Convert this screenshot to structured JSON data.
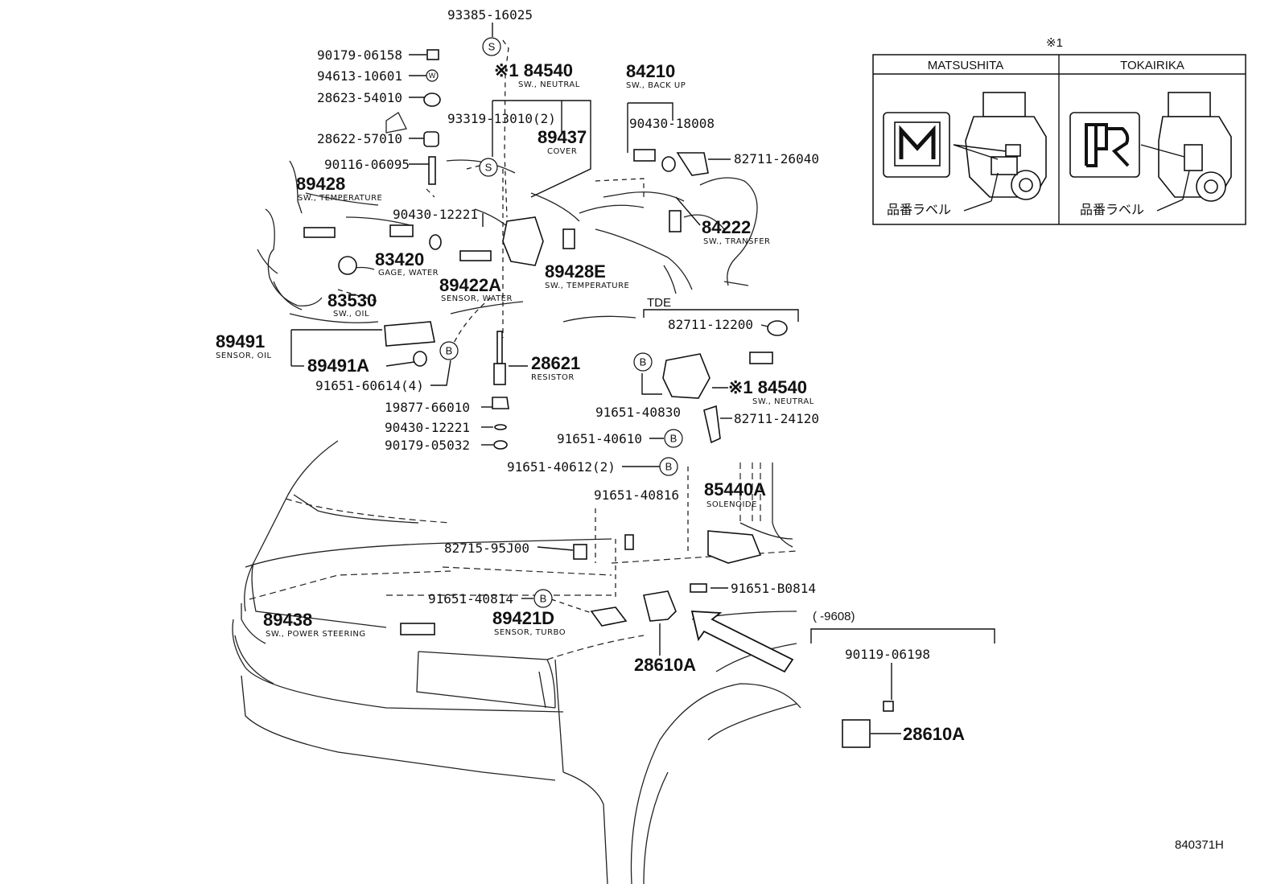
{
  "figure_id": "840371H",
  "inset": {
    "mark": "※1",
    "columns": [
      "MATSUSHITA",
      "TOKAIRIKA"
    ],
    "label_text": "品番ラベル",
    "logos": [
      "M",
      "R"
    ]
  },
  "variant_labels": {
    "tde": "TDE",
    "date_range": "(      -9608)"
  },
  "markers": {
    "s": "S",
    "b": "B",
    "w": "W"
  },
  "parts": [
    {
      "id": "p93385",
      "number": "93385-16025"
    },
    {
      "id": "p90179a",
      "number": "90179-06158"
    },
    {
      "id": "p94613",
      "number": "94613-10601"
    },
    {
      "id": "p28623",
      "number": "28623-54010"
    },
    {
      "id": "p28622",
      "number": "28622-57010"
    },
    {
      "id": "p90116",
      "number": "90116-06095"
    },
    {
      "id": "p89428",
      "number": "89428",
      "desc": "SW., TEMPERATURE"
    },
    {
      "id": "p84540a",
      "number": "※1 84540",
      "desc": "SW., NEUTRAL"
    },
    {
      "id": "p93319",
      "number": "93319-13010(2)"
    },
    {
      "id": "p89437",
      "number": "89437",
      "desc": "COVER"
    },
    {
      "id": "p84210",
      "number": "84210",
      "desc": "SW., BACK UP"
    },
    {
      "id": "p90430a",
      "number": "90430-18008"
    },
    {
      "id": "p82711a",
      "number": "82711-26040"
    },
    {
      "id": "p84222",
      "number": "84222",
      "desc": "SW., TRANSFER"
    },
    {
      "id": "p90430b",
      "number": "90430-12221"
    },
    {
      "id": "p83420",
      "number": "83420",
      "desc": "GAGE, WATER"
    },
    {
      "id": "p89422a",
      "number": "89422A",
      "desc": "SENSOR, WATER"
    },
    {
      "id": "p89428e",
      "number": "89428E",
      "desc": "SW., TEMPERATURE"
    },
    {
      "id": "p83530",
      "number": "83530",
      "desc": "SW., OIL"
    },
    {
      "id": "p89491",
      "number": "89491",
      "desc": "SENSOR, OIL"
    },
    {
      "id": "p89491a",
      "number": "89491A"
    },
    {
      "id": "p91651a",
      "number": "91651-60614(4)"
    },
    {
      "id": "p28621",
      "number": "28621",
      "desc": "RESISTOR"
    },
    {
      "id": "p19877",
      "number": "19877-66010"
    },
    {
      "id": "p90430c",
      "number": "90430-12221"
    },
    {
      "id": "p90179b",
      "number": "90179-05032"
    },
    {
      "id": "p82711b",
      "number": "82711-12200"
    },
    {
      "id": "p84540b",
      "number": "※1 84540",
      "desc": "SW., NEUTRAL"
    },
    {
      "id": "p91651b",
      "number": "91651-40830"
    },
    {
      "id": "p82711c",
      "number": "82711-24120"
    },
    {
      "id": "p91651c",
      "number": "91651-40610"
    },
    {
      "id": "p91651d",
      "number": "91651-40612(2)"
    },
    {
      "id": "p91651e",
      "number": "91651-40816"
    },
    {
      "id": "p85440a",
      "number": "85440A",
      "desc": "SOLENOIDE"
    },
    {
      "id": "p82715",
      "number": "82715-95J00"
    },
    {
      "id": "p91651f",
      "number": "91651-B0814"
    },
    {
      "id": "p91651g",
      "number": "91651-40814"
    },
    {
      "id": "p89421d",
      "number": "89421D",
      "desc": "SENSOR, TURBO"
    },
    {
      "id": "p89438",
      "number": "89438",
      "desc": "SW., POWER STEERING"
    },
    {
      "id": "p28610a",
      "number": "28610A"
    },
    {
      "id": "p90119",
      "number": "90119-06198"
    },
    {
      "id": "p28610b",
      "number": "28610A"
    }
  ]
}
